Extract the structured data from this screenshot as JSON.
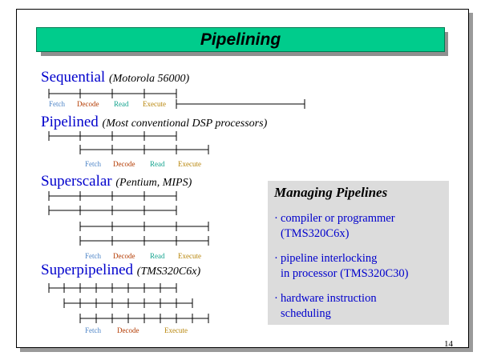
{
  "slide": {
    "title": "Pipelining",
    "page_number": "14"
  },
  "sections": [
    {
      "id": "sequential",
      "heading": "Sequential",
      "subtitle": "(Motorola 56000)",
      "labels": [
        "Fetch",
        "Decode",
        "Read",
        "Execute"
      ]
    },
    {
      "id": "pipelined",
      "heading": "Pipelined",
      "subtitle": "(Most conventional DSP processors)",
      "labels": [
        "Fetch",
        "Decode",
        "Read",
        "Execute"
      ]
    },
    {
      "id": "superscalar",
      "heading": "Superscalar",
      "subtitle": "(Pentium, MIPS)",
      "labels": [
        "Fetch",
        "Decode",
        "Read",
        "Execute"
      ]
    },
    {
      "id": "superpipelined",
      "heading": "Superpipelined",
      "subtitle": "(TMS320C6x)",
      "labels": [
        "Fetch",
        "Decode",
        "Execute"
      ]
    }
  ],
  "sidebar": {
    "title": "Managing Pipelines",
    "bullets": [
      [
        "compiler or programmer",
        "(TMS320C6x)"
      ],
      [
        "pipeline interlocking",
        "in processor (TMS320C30)"
      ],
      [
        "hardware instruction",
        "scheduling"
      ]
    ]
  },
  "colors": {
    "title_bar": "#00cc8c",
    "heading": "#0000cc",
    "fetch": "#4f86c8",
    "decode": "#b33a00",
    "read": "#12a38e",
    "execute": "#b8860b",
    "sidebar_bg": "#dcdcdc"
  }
}
